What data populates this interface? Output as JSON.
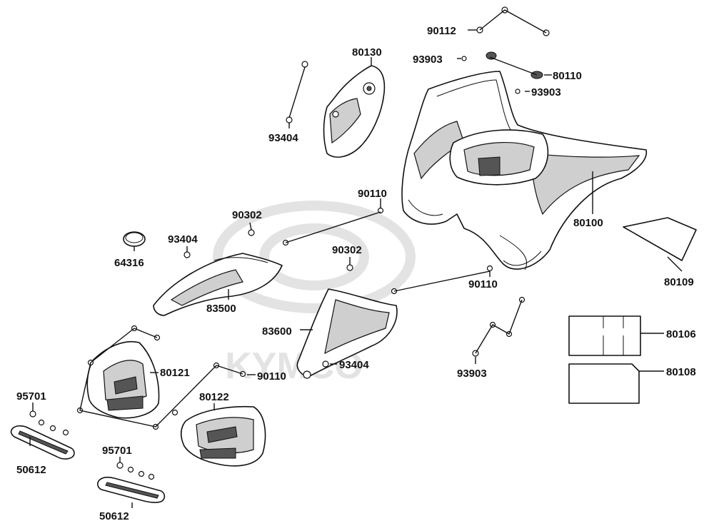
{
  "brand": {
    "watermark_text": "KYMCO",
    "watermark_color": "#e3e3e3",
    "line_color": "#111111",
    "shade_color": "#cfcfcf"
  },
  "labels": {
    "p90112": "90112",
    "p80130": "80130",
    "p93903_top": "93903",
    "p80110": "80110",
    "p93903_mid": "93903",
    "p93404_top": "93404",
    "p90110_top": "90110",
    "p90302_left": "90302",
    "p80100": "80100",
    "p93404_left": "93404",
    "p64316": "64316",
    "p90302_mid": "90302",
    "p80109": "80109",
    "p90110_right": "90110",
    "p83500": "83500",
    "p83600": "83600",
    "p80106": "80106",
    "p80121": "80121",
    "p93404_bottom": "93404",
    "p90110_bottom": "90110",
    "p93903_bottom": "93903",
    "p80108": "80108",
    "p95701_left": "95701",
    "p80122": "80122",
    "p50612_left": "50612",
    "p95701_bottom": "95701",
    "p50612_bottom": "50612"
  }
}
